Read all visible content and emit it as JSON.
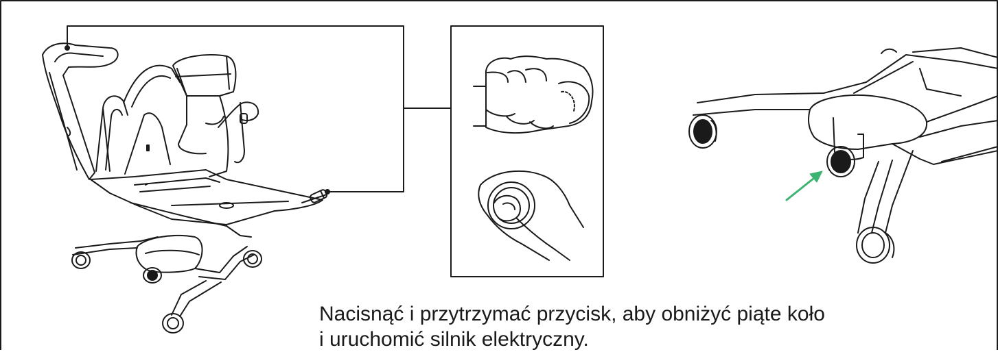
{
  "caption": {
    "line1": "Nacisnąć i przytrzymać przycisk, aby obniżyć piąte koło",
    "line2": "i uruchomić silnik elektryczny."
  },
  "colors": {
    "line": "#1a1a1a",
    "arrow": "#3cb371",
    "background": "#ffffff"
  },
  "icons": {
    "chair": "delivery-chair-illustration",
    "fist": "fist-hand-icon",
    "thumb_press": "thumb-press-button-icon",
    "wheel": "fifth-wheel-closeup",
    "arrow": "green-arrow-icon"
  }
}
